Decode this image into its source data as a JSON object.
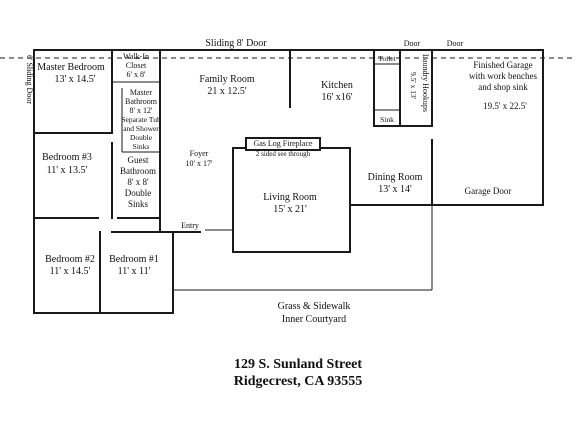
{
  "plan": {
    "labels": {
      "sliding_door_top": "Sliding 8' Door",
      "door_1": "Door",
      "door_2": "Door",
      "sliding_door_left": "6' Sliding Door",
      "master_bedroom": "Master Bedroom",
      "master_bedroom_dim": "13' x 14.5'",
      "walkin_closet_1": "Walk-In",
      "walkin_closet_2": "Closet",
      "walkin_closet_dim": "6' x 8'",
      "master_bath_1": "Master",
      "master_bath_2": "Bathroom",
      "master_bath_dim": "8' x 12'",
      "master_bath_3": "Separate Tub",
      "master_bath_4": "and Shower",
      "master_bath_5": "Double",
      "master_bath_6": "Sinks",
      "guest_bath_1": "Guest",
      "guest_bath_2": "Bathroom",
      "guest_bath_dim": "8' x 8'",
      "guest_bath_3": "Double",
      "guest_bath_4": "Sinks",
      "bedroom3": "Bedroom #3",
      "bedroom3_dim": "11' x 13.5'",
      "bedroom2": "Bedroom #2",
      "bedroom2_dim": "11' x 14.5'",
      "bedroom1": "Bedroom #1",
      "bedroom1_dim": "11' x  11'",
      "family_room": "Family Room",
      "family_room_dim": "21 x 12.5'",
      "foyer": "Foyer",
      "foyer_dim": "10' x 17'",
      "entry": "Entry",
      "fireplace_1": "Gas Log Fireplace",
      "fireplace_2": "2 sided see through",
      "living_room": "Living Room",
      "living_room_dim": "15' x 21'",
      "kitchen": "Kitchen",
      "kitchen_dim": "16' x16'",
      "toilet": "Toilet",
      "sink": "Sink",
      "laundry_dim": "9.5' x 13'",
      "laundry": "Laundry Hookups",
      "dining_room": "Dining Room",
      "dining_room_dim": "13' x 14'",
      "garage_1": "Finished Garage",
      "garage_2": "with work benches",
      "garage_3": "and shop sink",
      "garage_dim": "19.5' x 22.5'",
      "garage_door": "Garage Door",
      "courtyard_1": "Grass & Sidewalk",
      "courtyard_2": "Inner Courtyard"
    },
    "address": {
      "street": "129 S. Sunland Street",
      "city": "Ridgecrest, CA 93555"
    }
  }
}
